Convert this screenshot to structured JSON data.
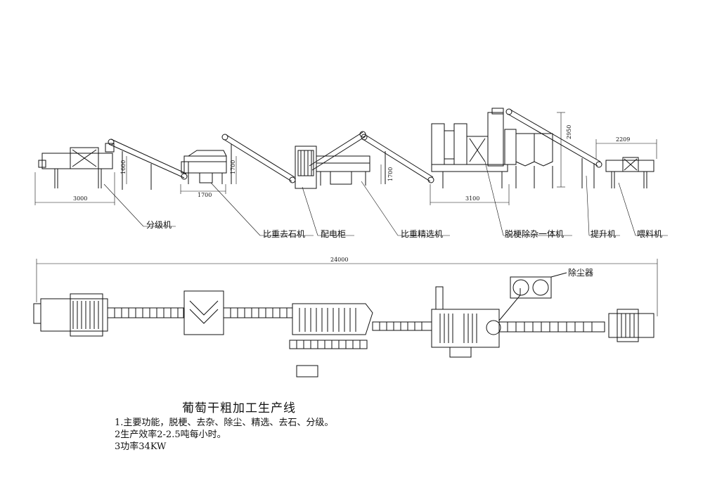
{
  "dimensions": {
    "classifier_width": "3000",
    "classifier_height": "1600",
    "destoner_width": "1700",
    "destoner_height": "1700",
    "gravity_height": "1700",
    "destemmer_width": "3100",
    "destemmer_height": "2950",
    "feeder_width": "2209",
    "total_length": "24000"
  },
  "machines": [
    {
      "label": "分级机"
    },
    {
      "label": "比重去石机"
    },
    {
      "label": "配电柜"
    },
    {
      "label": "比重精选机"
    },
    {
      "label": "脱梗除杂一体机"
    },
    {
      "label": "提升机"
    },
    {
      "label": "喂料机"
    }
  ],
  "dust_collector_label": "除尘器",
  "title": "葡萄干粗加工生产线",
  "notes": [
    "1.主要功能，脱梗、去杂、除尘、精选、去石、分级。",
    "2生产效率2-2.5吨每小时。",
    "3功率34KW"
  ]
}
